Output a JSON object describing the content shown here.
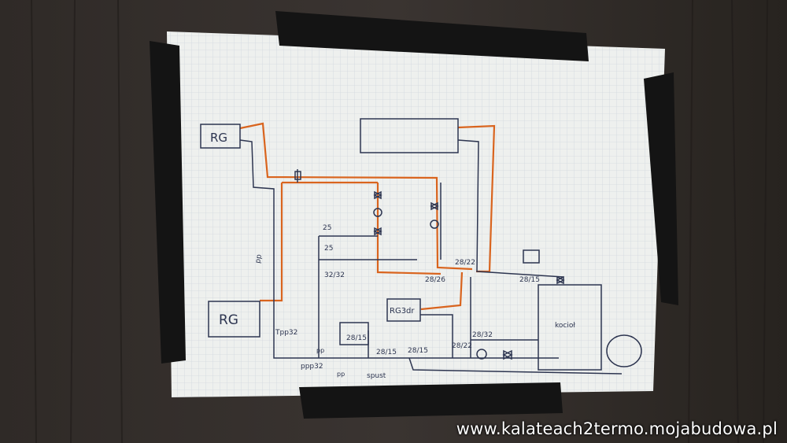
{
  "watermark": {
    "text": "www.kalateach2termo.mojabudowa.pl"
  },
  "sketch_labels": {
    "rg_top": "RG",
    "rg_bottom": "RG",
    "rg3d": "RG3dr",
    "kociol": "kocioł",
    "pp_left": "pp",
    "tpp32": "Tpp32",
    "ppp32": "ppp32",
    "l25": "25",
    "l25b": "25",
    "l3232": "32/32",
    "l2822": "28/22",
    "l2826": "28/26",
    "l2815a": "28/15",
    "l2815b": "28/15",
    "l2815c": "28/15",
    "l2815d": "28/15",
    "l2822b": "28/22",
    "l2832": "28/32",
    "spust": "spust",
    "pp1": "pp",
    "pp2": "pp"
  },
  "colors": {
    "wood": "#2b2725",
    "paper": "#eef0ee",
    "grid": "#cfd6dd",
    "tape": "#151515",
    "pen_blue": "#2d3550",
    "pen_orange": "#d9641e"
  }
}
